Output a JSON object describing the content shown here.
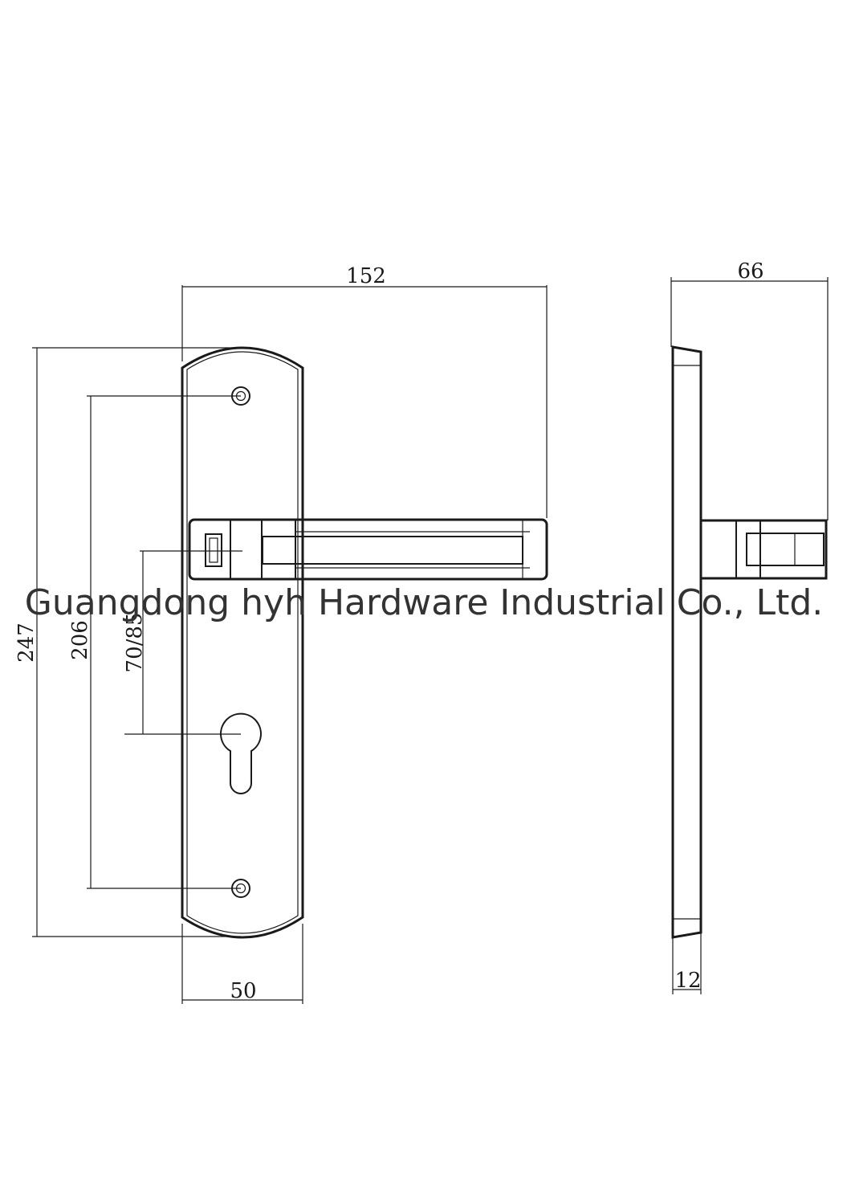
{
  "dimensions": {
    "overall_width": "152",
    "projection": "66",
    "plate_height": "247",
    "screw_spacing": "206",
    "backset": "70/85",
    "plate_width": "50",
    "plate_thickness": "12"
  },
  "watermark": "Guangdong hyh Hardware Industrial Co., Ltd.",
  "colors": {
    "line": "#1a1a1a",
    "background": "#ffffff"
  }
}
